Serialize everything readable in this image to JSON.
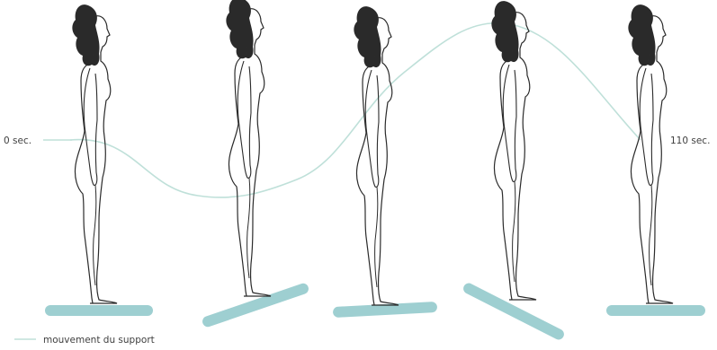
{
  "labels": {
    "start_time": "0 sec.",
    "end_time": "110 sec."
  },
  "legend": {
    "text": "mouvement du support"
  },
  "colors": {
    "platform": "#9ecfd1",
    "curve": "#bfe0d9",
    "outline": "#2b2b2b",
    "text": "#3f3f3f"
  },
  "figures": [
    {
      "support": "flat"
    },
    {
      "support": "tilted-up-right"
    },
    {
      "support": "slightly-tilted"
    },
    {
      "support": "tilted-down-right"
    },
    {
      "support": "flat"
    }
  ]
}
